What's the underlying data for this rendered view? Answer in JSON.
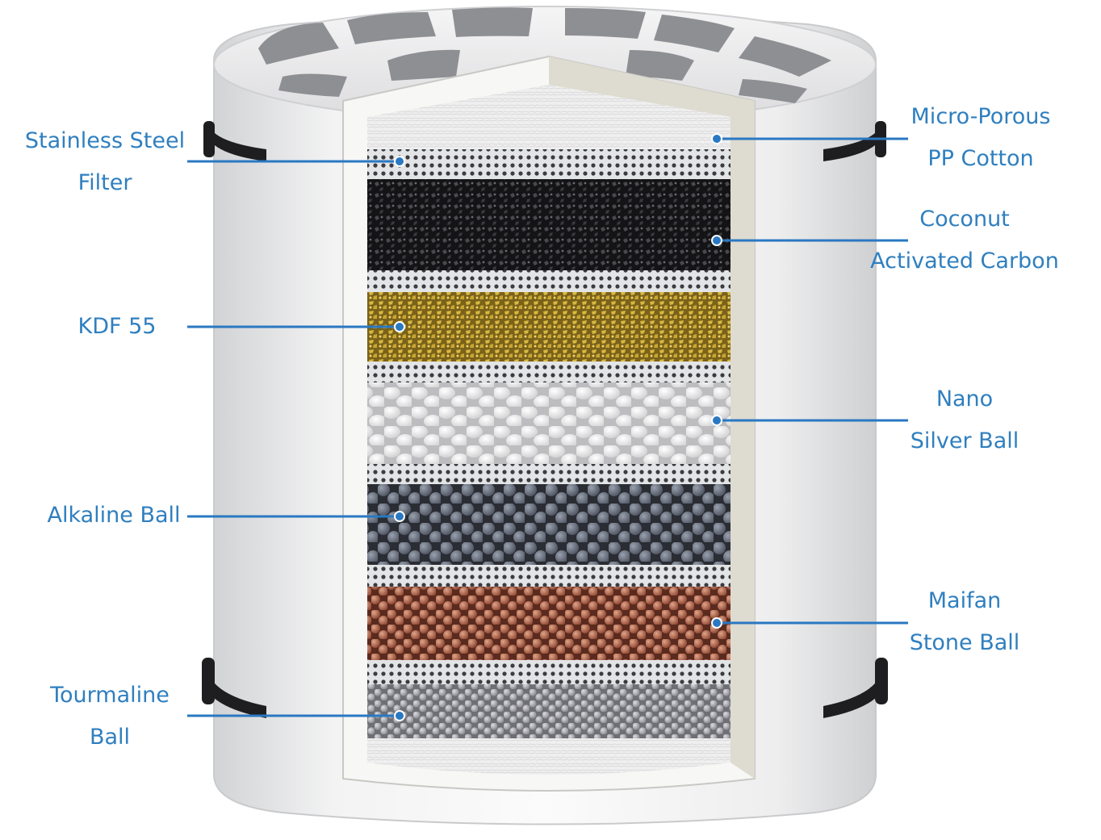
{
  "labels": {
    "stainless_steel": [
      "Stainless Steel",
      "Filter"
    ],
    "kdf": [
      "KDF 55"
    ],
    "alkaline": [
      "Alkaline Ball"
    ],
    "tourmaline": [
      "Tourmaline",
      "Ball"
    ],
    "pp_cotton": [
      "Micro-Porous",
      "PP Cotton"
    ],
    "carbon": [
      "Coconut",
      "Activated Carbon"
    ],
    "nano_silver": [
      "Nano",
      "Silver Ball"
    ],
    "maifan": [
      "Maifan",
      "Stone Ball"
    ]
  },
  "colors": {
    "label_text": "#2f7fbf",
    "leader_line": "#2a78c2",
    "housing": "#e9e9ea",
    "seal_ring": "#1e1e20",
    "carbon": "#1c1c1e",
    "kdf": "#b99a2c",
    "nano_silver": "#f2f2f2",
    "alkaline": "#646b79",
    "maifan": "#a35f45",
    "tourmaline": "#9c9ca3",
    "mesh": "#d7d8da",
    "cotton": "#ececec"
  }
}
